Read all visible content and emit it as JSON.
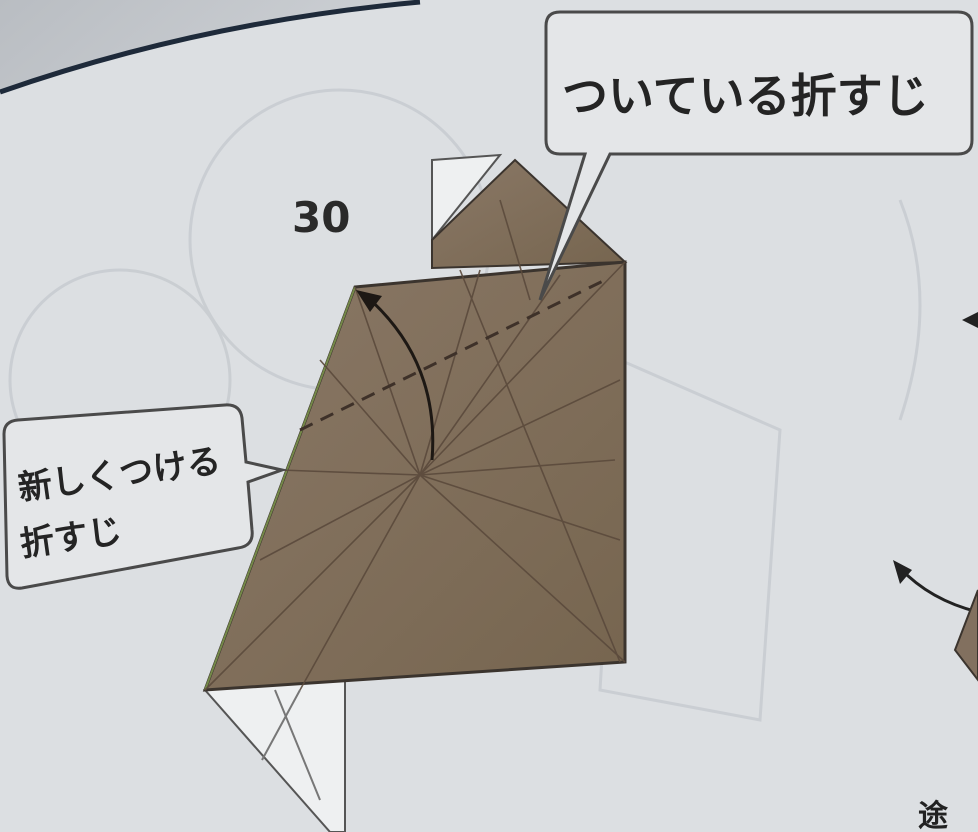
{
  "step_number": "30",
  "callout_existing_crease": "ついている折すじ",
  "callout_new_crease_line1": "新しくつける",
  "callout_new_crease_line2": "折すじ",
  "bottom_right_fragment": "途",
  "colors": {
    "paper_background": "#dcdfe2",
    "model_brown": "#82705f",
    "model_edge": "#3b342e",
    "crease_line": "#5b4a3c",
    "callout_fill": "#e4e6e8",
    "callout_border": "#4a4a4a"
  }
}
